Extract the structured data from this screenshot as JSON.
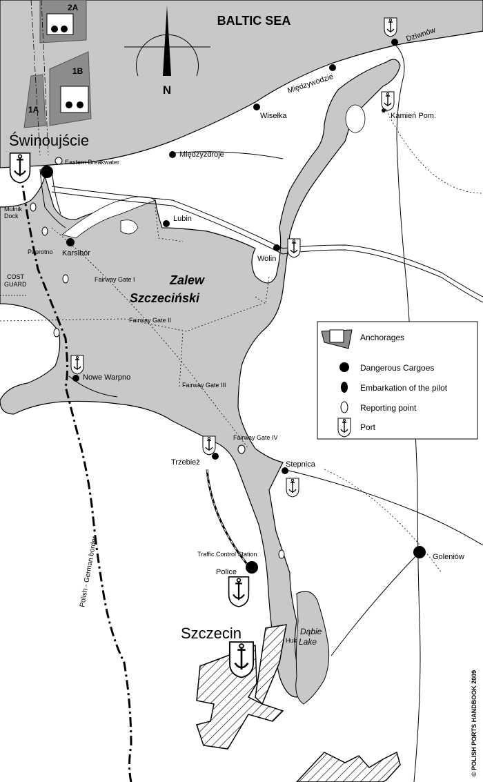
{
  "title": "BALTIC SEA",
  "north_label": "N",
  "water_label_line1": "Zalew",
  "water_label_line2": "Szczeciński",
  "lake_label_line1": "Dąbie",
  "lake_label_line2": "Lake",
  "border_label": "Polish - German border",
  "copyright": "© POLISH PORTS HANDBOOK 2009",
  "anchorage_areas": [
    "2A",
    "1B",
    "1A"
  ],
  "cost_guard_line1": "COST",
  "cost_guard_line2": "GUARD",
  "places": {
    "swinoujscie": "Świnoujście",
    "szczecin": "Szczecin",
    "eastern_breakwater": "Eastern Breakwater",
    "mulnik_dock_line1": "Mulnik",
    "mulnik_dock_line2": "Dock",
    "paprotno": "Paprotno",
    "karsibor": "Karsibór",
    "miedzyzdroje": "Międzyzdroje",
    "wiselka": "Wisełka",
    "miedzywodzie": "Międzywodzie",
    "dziwnow": "Dziwnów",
    "kamien": "Kamień Pom.",
    "lubin": "Lubin",
    "wolin": "Wolin",
    "nowe_warpno": "Nowe Warpno",
    "trzebiez": "Trzebież",
    "stepnica": "Stepnica",
    "police": "Police",
    "goleniow": "Goleniów",
    "traffic_control": "Traffic Control Station",
    "huk": "Huk"
  },
  "fairway_gates": [
    "Fairway Gate I",
    "Fairway Gate II",
    "Fairway Gate III",
    "Fairway Gate IV"
  ],
  "legend": {
    "items": [
      {
        "label": "Anchorages",
        "icon": "anchorage-icon"
      },
      {
        "label": "Dangerous Cargoes",
        "icon": "dangerous-cargo-icon"
      },
      {
        "label": "Embarkation of the pilot",
        "icon": "pilot-icon"
      },
      {
        "label": "Reporting point",
        "icon": "reporting-point-icon"
      },
      {
        "label": "Port",
        "icon": "port-icon"
      }
    ]
  },
  "colors": {
    "water": "#c8c8c8",
    "anchorage_fill": "#8c8c8c",
    "ink": "#000000"
  }
}
